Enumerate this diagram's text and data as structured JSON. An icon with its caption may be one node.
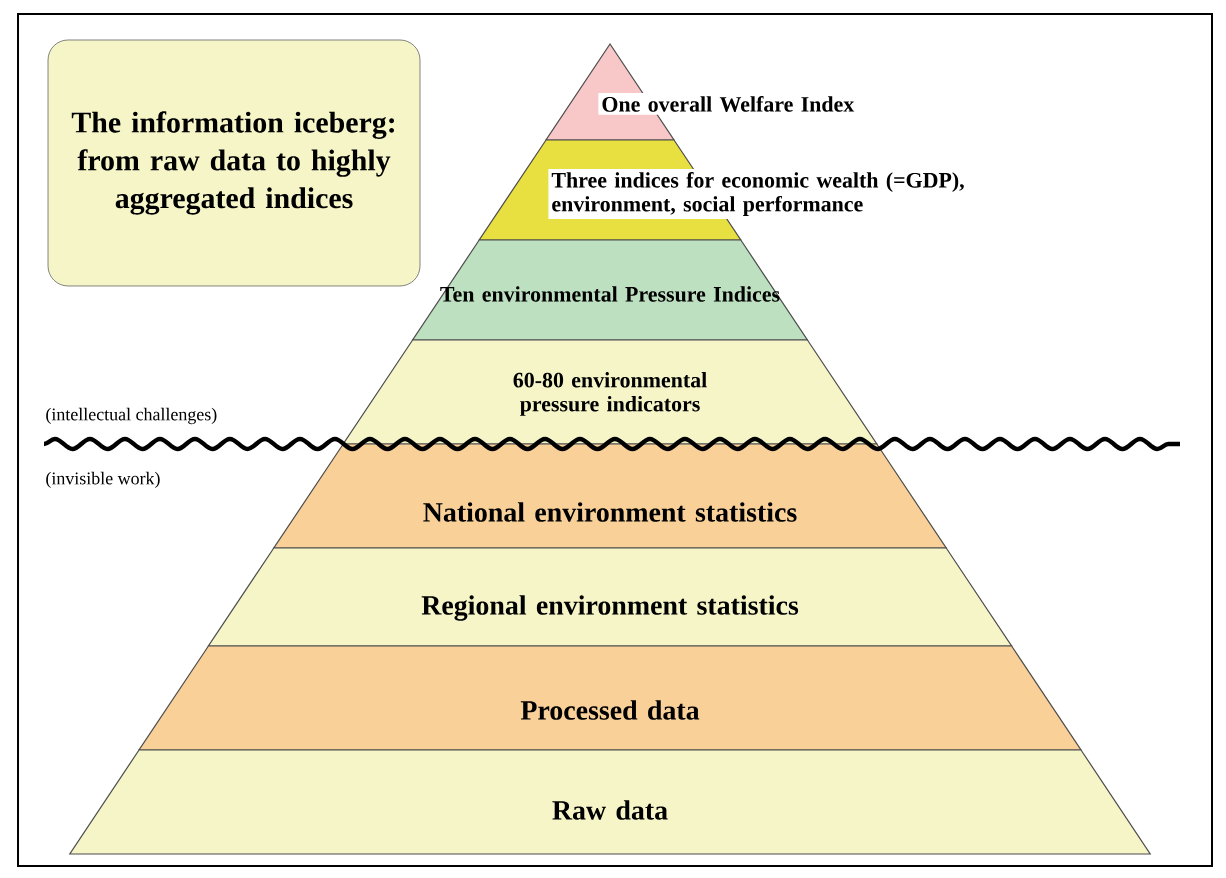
{
  "diagram": {
    "nodes": [
      {
        "text": [
          "The information iceberg: from raw data to highly aggregated indices"
        ]
      },
      {
        "text": [
          "One overall Welfare Index"
        ]
      },
      {
        "text": [
          "Three indices for economic wealth (=GDP), environment, social performance"
        ]
      },
      {
        "text": [
          "Ten environmental Pressure Indices"
        ]
      },
      {
        "text": [
          "60-80 environmental pressure indicators"
        ]
      },
      {
        "text": [
          "National environment statistics"
        ]
      },
      {
        "text": [
          "Regional environment statistics"
        ]
      },
      {
        "text": [
          "Processed data"
        ]
      },
      {
        "text": [
          "Raw data"
        ]
      }
    ],
    "labels": [
      "(intellectual challenges)",
      "(invisible work)"
    ]
  }
}
